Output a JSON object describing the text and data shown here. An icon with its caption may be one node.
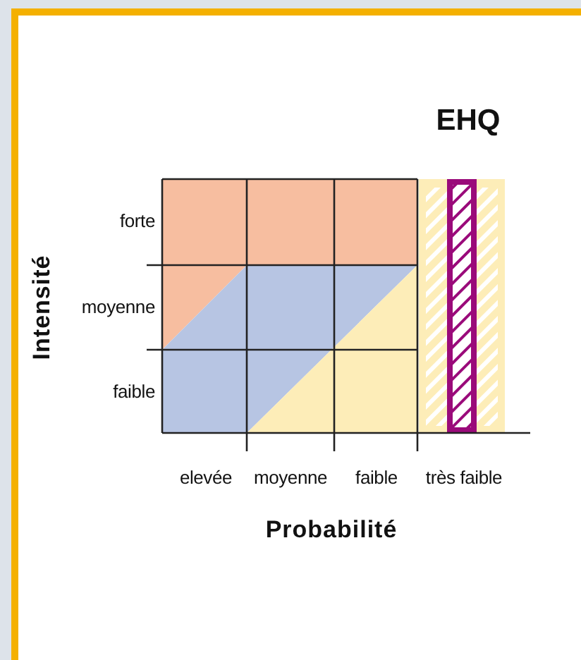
{
  "diagram": {
    "title": "EHQ",
    "labels": [
      "Intensité",
      "forte",
      "moyenne",
      "faible",
      "elevée",
      "moyenne",
      "faible",
      "très faible",
      "Probabilité"
    ]
  }
}
